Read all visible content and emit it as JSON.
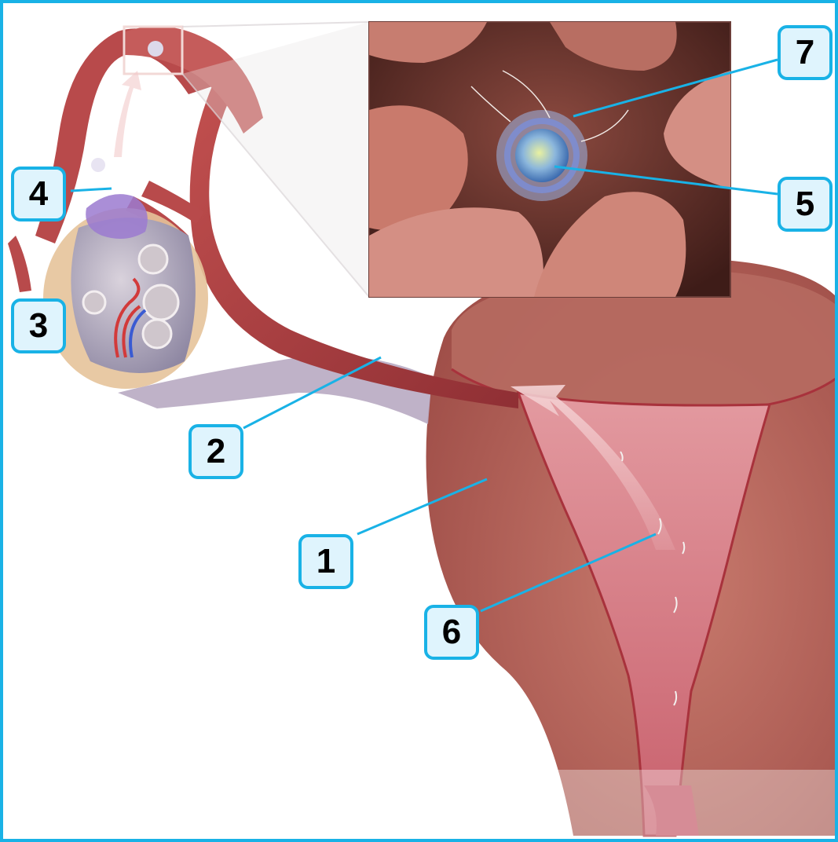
{
  "diagram": {
    "labels": [
      "1",
      "2",
      "3",
      "4",
      "5",
      "6",
      "7"
    ],
    "colors": {
      "frame": "#19b2e6",
      "label_fill": "#dff4fd",
      "leader_line": "#19b2e6",
      "uterus_wall": "#b7645a",
      "uterus_cavity": "#d9828a",
      "tube": "#a8393d",
      "ovary": "#b4aac0"
    }
  }
}
